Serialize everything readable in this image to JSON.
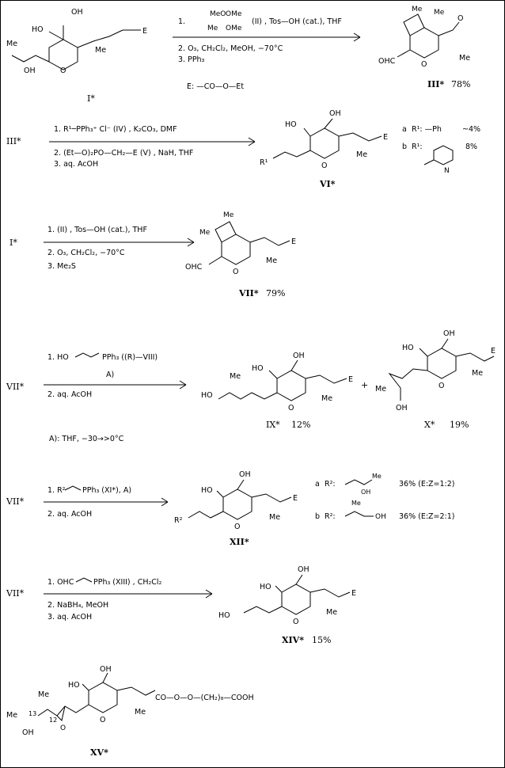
{
  "scheme": {
    "row1": {
      "start_label": "I*",
      "reagents": [
        "1.",
        "(II) , Tos—OH (cat.), THF",
        "2. O₃, CH₂Cl₂, MeOH, −70°C",
        "3. PPh₃"
      ],
      "acetal_groups": [
        "MeO",
        "OMe",
        "Me",
        "OMe"
      ],
      "note": "E: —CO—O—Et",
      "product_label": "III*",
      "yield": "78%",
      "atoms": {
        "me": "Me",
        "oh": "OH",
        "ho": "HO",
        "o": "O",
        "e": "E",
        "ohc": "OHC",
        "me2": "Me"
      }
    },
    "row2": {
      "start_label": "III*",
      "reagents": [
        "1. R¹─PPh₃⁺ Cl⁻ (IV) , K₂CO₃, DMF",
        "2. (Et—O)₂PO—CH₂—E (V) , NaH, THF",
        "3. aq. AcOH"
      ],
      "product_label": "VI*",
      "options": [
        {
          "tag": "a",
          "r": "R¹: —Ph",
          "yield": "~4%"
        },
        {
          "tag": "b",
          "r": "R¹:",
          "yield": "8%"
        }
      ],
      "atoms": {
        "r1": "R¹",
        "n": "N"
      }
    },
    "row3": {
      "start_label": "I*",
      "reagents": [
        "1. (II) , Tos—OH (cat.), THF",
        "2. O₃, CH₂Cl₂, −70°C",
        "3. Me₂S"
      ],
      "product_label": "VII*",
      "yield": "79%"
    },
    "row4": {
      "start_label": "VII*",
      "reagents": [
        "1. HO",
        "PPh₃ ((R)—VIII)",
        "A)",
        "2. aq. AcOH"
      ],
      "note": "A): THF, −30→>0°C",
      "products": [
        {
          "label": "IX*",
          "yield": "12%"
        },
        {
          "label": "X*",
          "yield": "19%"
        }
      ],
      "plus": "+"
    },
    "row5": {
      "start_label": "VII*",
      "reagents": [
        "1. R²",
        "PPh₃ (XI*), A)",
        "2. aq. AcOH"
      ],
      "product_label": "XII*",
      "options": [
        {
          "tag": "a",
          "r": "R²:",
          "yield": "36% (E:Z=1:2)"
        },
        {
          "tag": "b",
          "r": "R²:",
          "yield": "36% (E:Z=2:1)"
        }
      ],
      "atoms": {
        "r2": "R²"
      }
    },
    "row6": {
      "start_label": "VII*",
      "reagents": [
        "1. OHC",
        "PPh₃ (XIII) , CH₂Cl₂",
        "2. NaBH₄, MeOH",
        "3. aq. AcOH"
      ],
      "product_label": "XIV*",
      "yield": "15%"
    },
    "row7": {
      "chain": "CO—O—O—(CH₂)₈—COOH",
      "locants": [
        "13",
        "12"
      ],
      "product_label": "XV*"
    }
  }
}
